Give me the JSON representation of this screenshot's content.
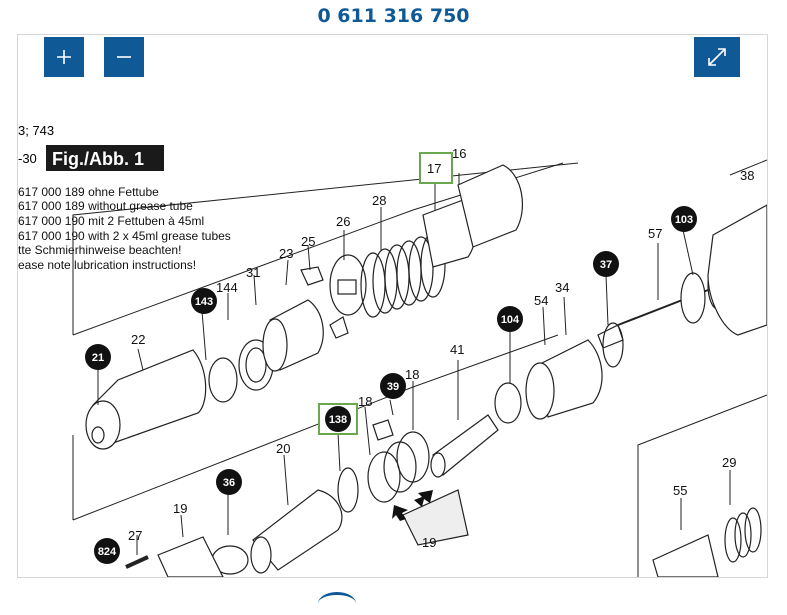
{
  "title": "0 611 316 750",
  "colors": {
    "accent": "#0f5a96",
    "highlight": "#6aa84f"
  },
  "controls": {
    "zoom_in": "plus-icon",
    "zoom_out": "minus-icon",
    "fullscreen": "expand-icon"
  },
  "diagram": {
    "header_lines": [
      "3; 743",
      "-30"
    ],
    "fig_label": "Fig./Abb. 1",
    "notes": [
      "617 000 189 ohne Fettube",
      "617 000 189 without grease tube",
      "617 000 190 mit 2 Fettuben à 45ml",
      "617 000 190 with 2 x 45ml grease tubes",
      "tte Schmierhinweise beachten!",
      "ease note lubrication instructions!"
    ],
    "part_labels": {
      "p16": "16",
      "p17": "17",
      "p38": "38",
      "p28": "28",
      "p26": "26",
      "p25": "25",
      "p23": "23",
      "p57": "57",
      "p103": "103",
      "p37": "37",
      "p31": "31",
      "p144": "144",
      "p143": "143",
      "p34": "34",
      "p54": "54",
      "p104": "104",
      "p22": "22",
      "p41": "41",
      "p21": "21",
      "p18a": "18",
      "p39": "39",
      "p18b": "18",
      "p138": "138",
      "p20": "20",
      "p36": "36",
      "p29": "29",
      "p55": "55",
      "p19a": "19",
      "p19b": "19",
      "p27": "27",
      "p824": "824"
    }
  }
}
